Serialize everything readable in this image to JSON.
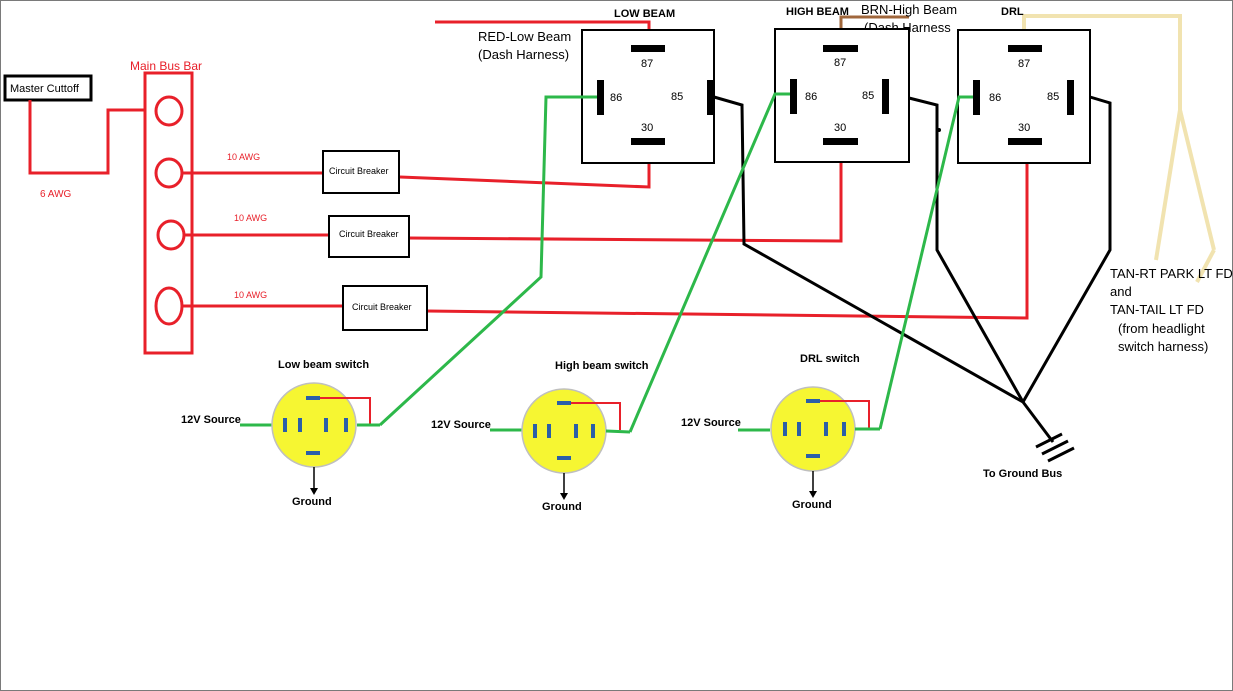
{
  "colors": {
    "red": "#e8202a",
    "green": "#2db84a",
    "black": "#000000",
    "brown": "#a0673c",
    "tan": "#f1e3b0",
    "yellow": "#f6f632",
    "blue": "#2a5fa8",
    "navy": "#1a237e"
  },
  "labels": {
    "master_cutoff": "Master Cuttoff",
    "main_bus_bar": "Main Bus Bar",
    "wire_6awg": "6 AWG",
    "wire_10awg_1": "10 AWG",
    "wire_10awg_2": "10 AWG",
    "wire_10awg_3": "10 AWG",
    "breaker_1": "Circuit Breaker",
    "breaker_2": "Circuit Breaker",
    "breaker_3": "Circuit Breaker",
    "relay_low_title": "LOW BEAM",
    "relay_high_title": "HIGH BEAM",
    "relay_drl_title": "DRL",
    "pin_87": "87",
    "pin_86": "86",
    "pin_85": "85",
    "pin_30": "30",
    "red_low_beam_1": "RED-Low Beam",
    "red_low_beam_2": "(Dash Harness)",
    "brn_high_beam_1": "BRN-High Beam",
    "brn_high_beam_2": "(Dash Harness",
    "tan_1": "TAN-RT PARK LT FD",
    "tan_2": "and",
    "tan_3": "TAN-TAIL LT FD",
    "tan_4": "(from headlight",
    "tan_5": "switch harness)",
    "switch_low_title": "Low beam switch",
    "switch_high_title": "High beam switch",
    "switch_drl_title": "DRL switch",
    "source_low": "12V Source",
    "source_high": "12V Source",
    "source_drl": "12V Source",
    "ground_low": "Ground",
    "ground_high": "Ground",
    "ground_drl": "Ground",
    "to_ground_bus": "To Ground Bus"
  }
}
